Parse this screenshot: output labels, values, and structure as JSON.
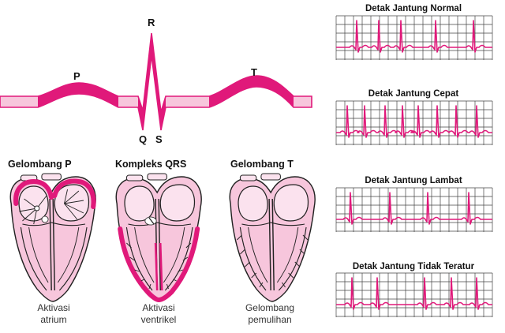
{
  "ecg_wave": {
    "labels": {
      "p": "P",
      "r": "R",
      "q": "Q",
      "s": "S",
      "t": "T"
    }
  },
  "hearts": [
    {
      "title": "Gelombang P",
      "caption_line1": "Aktivasi",
      "caption_line2": "atrium"
    },
    {
      "title": "Kompleks QRS",
      "caption_line1": "Aktivasi",
      "caption_line2": "ventrikel"
    },
    {
      "title": "Gelombang T",
      "caption_line1": "Gelombang",
      "caption_line2": "pemulihan"
    }
  ],
  "rhythms": [
    {
      "title": "Detak Jantung Normal",
      "type": "normal"
    },
    {
      "title": "Detak Jantung Cepat",
      "type": "fast"
    },
    {
      "title": "Detak Jantung Lambat",
      "type": "slow"
    },
    {
      "title": "Detak Jantung Tidak Teratur",
      "type": "irregular"
    }
  ],
  "colors": {
    "accent": "#e0197a",
    "light_pink": "#f7c6dc",
    "mid_pink": "#ec6aa6",
    "grid": "#444444"
  }
}
